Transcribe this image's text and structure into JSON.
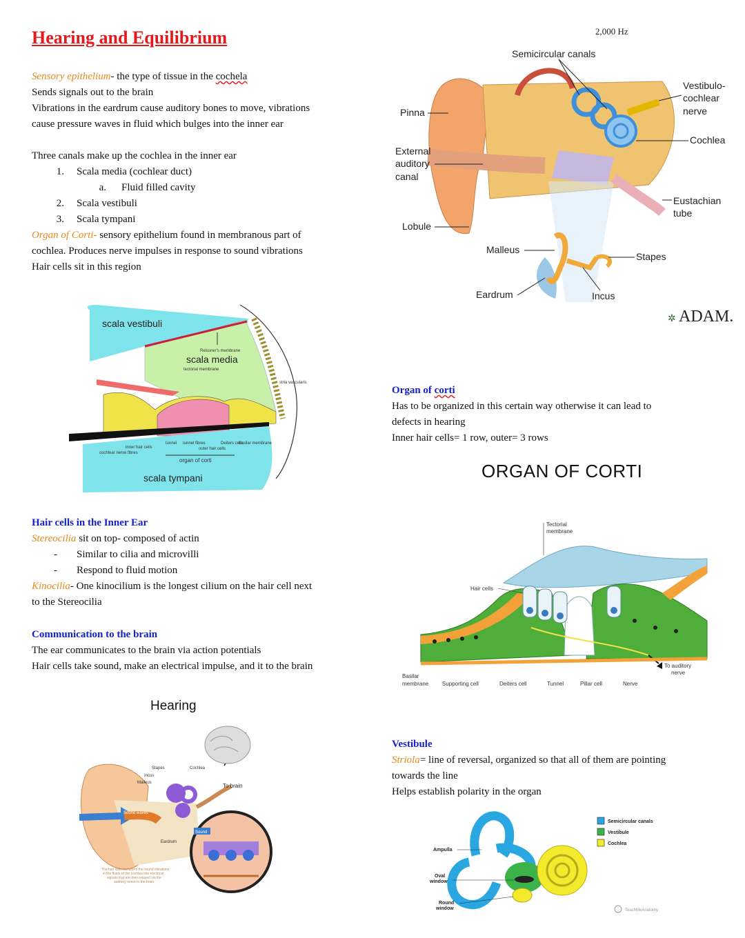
{
  "title": "Hearing and Equilibrium",
  "intro": {
    "sensory_term": "Sensory epithelium",
    "sensory_def_a": "- the type of tissue in the ",
    "sensory_def_b": "cochela",
    "line2": "Sends signals out to the brain",
    "line3": "Vibrations in the eardrum cause auditory bones to move, vibrations",
    "line4": "cause pressure waves in fluid which bulges into the inner ear",
    "canals_heading": "Three canals make up the cochlea in the inner ear",
    "canals": [
      {
        "num": "1.",
        "text": "Scala media (cochlear duct)"
      },
      {
        "num": "2.",
        "text": "Scala vestibuli"
      },
      {
        "num": "3.",
        "text": "Scala tympani"
      }
    ],
    "sub_num": "a.",
    "sub_text": "Fluid filled cavity",
    "organ_term": "Organ of Corti-",
    "organ_def": " sensory epithelium found in membranous part of",
    "organ_def2": "cochlea. Produces nerve impulses in response to sound vibrations",
    "organ_def3": "Hair cells sit in this region"
  },
  "cochlea_section": {
    "scala_vestibuli": "scala vestibuli",
    "scala_media": "scala media",
    "scala_tympani": "scala tympani",
    "organ_of_corti": "organ of corti",
    "reissners": "Reissner's membrane",
    "tectorial": "tectorial membrane",
    "stria": "stria vascularis",
    "cochlear_nerve": "cochlear nerve fibres",
    "tunnel": "tunnel",
    "tunnel_fibres": "tunnel fibres",
    "outer_hair": "outer hair cells",
    "deiters": "Deiters cells",
    "basilar": "basilar membrane",
    "inner_hair": "inner hair cells"
  },
  "ear_diagram": {
    "freq": "2,000 Hz",
    "semicircular": "Semicircular canals",
    "pinna": "Pinna",
    "ext1": "External",
    "ext2": "auditory",
    "ext3": "canal",
    "lobule": "Lobule",
    "vest1": "Vestibulo-",
    "vest2": "cochlear",
    "vest3": "nerve",
    "cochlea": "Cochlea",
    "eust1": "Eustachian",
    "eust2": "tube",
    "malleus": "Malleus",
    "stapes": "Stapes",
    "eardrum": "Eardrum",
    "incus": "Incus",
    "brand": "ADAM."
  },
  "organ_corti_text": {
    "heading_a": "Organ of ",
    "heading_b": "corti",
    "line1": "Has to be organized in this certain way otherwise it can lead to",
    "line2": "defects in hearing",
    "line3": "Inner hair cells= 1 row, outer= 3 rows"
  },
  "corti_diagram": {
    "title": "ORGAN OF CORTI",
    "tectorial1": "Tectorial",
    "tectorial2": "membrane",
    "hair_cells": "Hair cells",
    "to1": "To auditory",
    "to2": "nerve",
    "basilar1": "Basilar",
    "basilar2": "membrane",
    "supporting": "Supporting cell",
    "deiters": "Deiters cell",
    "tunnel": "Tunnel",
    "pillar": "Pillar cell",
    "nerve": "Nerve"
  },
  "hair_cells": {
    "heading": "Hair cells in the Inner Ear",
    "stereo_term": "Stereocilia",
    "stereo_def": " sit on top- composed of actin",
    "bullets": [
      "Similar to cilia and microvilli",
      "Respond to fluid motion"
    ],
    "dash": "-",
    "kino_term": "Kinocilia",
    "kino_def": "- One kinocilium is the longest cilium on the hair cell next",
    "kino_def2": "to the Stereocilia"
  },
  "communication": {
    "heading": "Communication to the brain",
    "line1": "The ear communicates to the brain via action potentials",
    "line2": "Hair cells take sound, make an electrical impulse, and it to the brain"
  },
  "hearing_diagram": {
    "title": "Hearing",
    "stapes": "Stapes",
    "cochlea": "Cochlea",
    "incus": "Incus",
    "malleus": "Malleus",
    "to_brain": "To brain",
    "sound_waves": "Sound waves",
    "eardrum": "Eardrum",
    "sound": "Sound",
    "caption1": "The hair cells transform the sound vibrations",
    "caption2": "in the fluids of the cochlea into electrical",
    "caption3": "signals that are then relayed via the",
    "caption4": "auditory nerve to the brain."
  },
  "vestibule": {
    "heading": "Vestibule",
    "striola_term": "Striola",
    "striola_def": "= line of reversal, organized so that all of them are pointing",
    "line2": "towards the line",
    "line3": "Helps establish polarity in the organ"
  },
  "vestibule_diagram": {
    "legend": [
      {
        "label": "Semicircular canals",
        "color": "#2aa7e0"
      },
      {
        "label": "Vestibule",
        "color": "#3cb34a"
      },
      {
        "label": "Cochlea",
        "color": "#f3ea2c"
      }
    ],
    "ampulla": "Ampulla",
    "oval1": "Oval",
    "oval2": "window",
    "round1": "Round",
    "round2": "window",
    "credit": "TeachMeAnatomy"
  }
}
